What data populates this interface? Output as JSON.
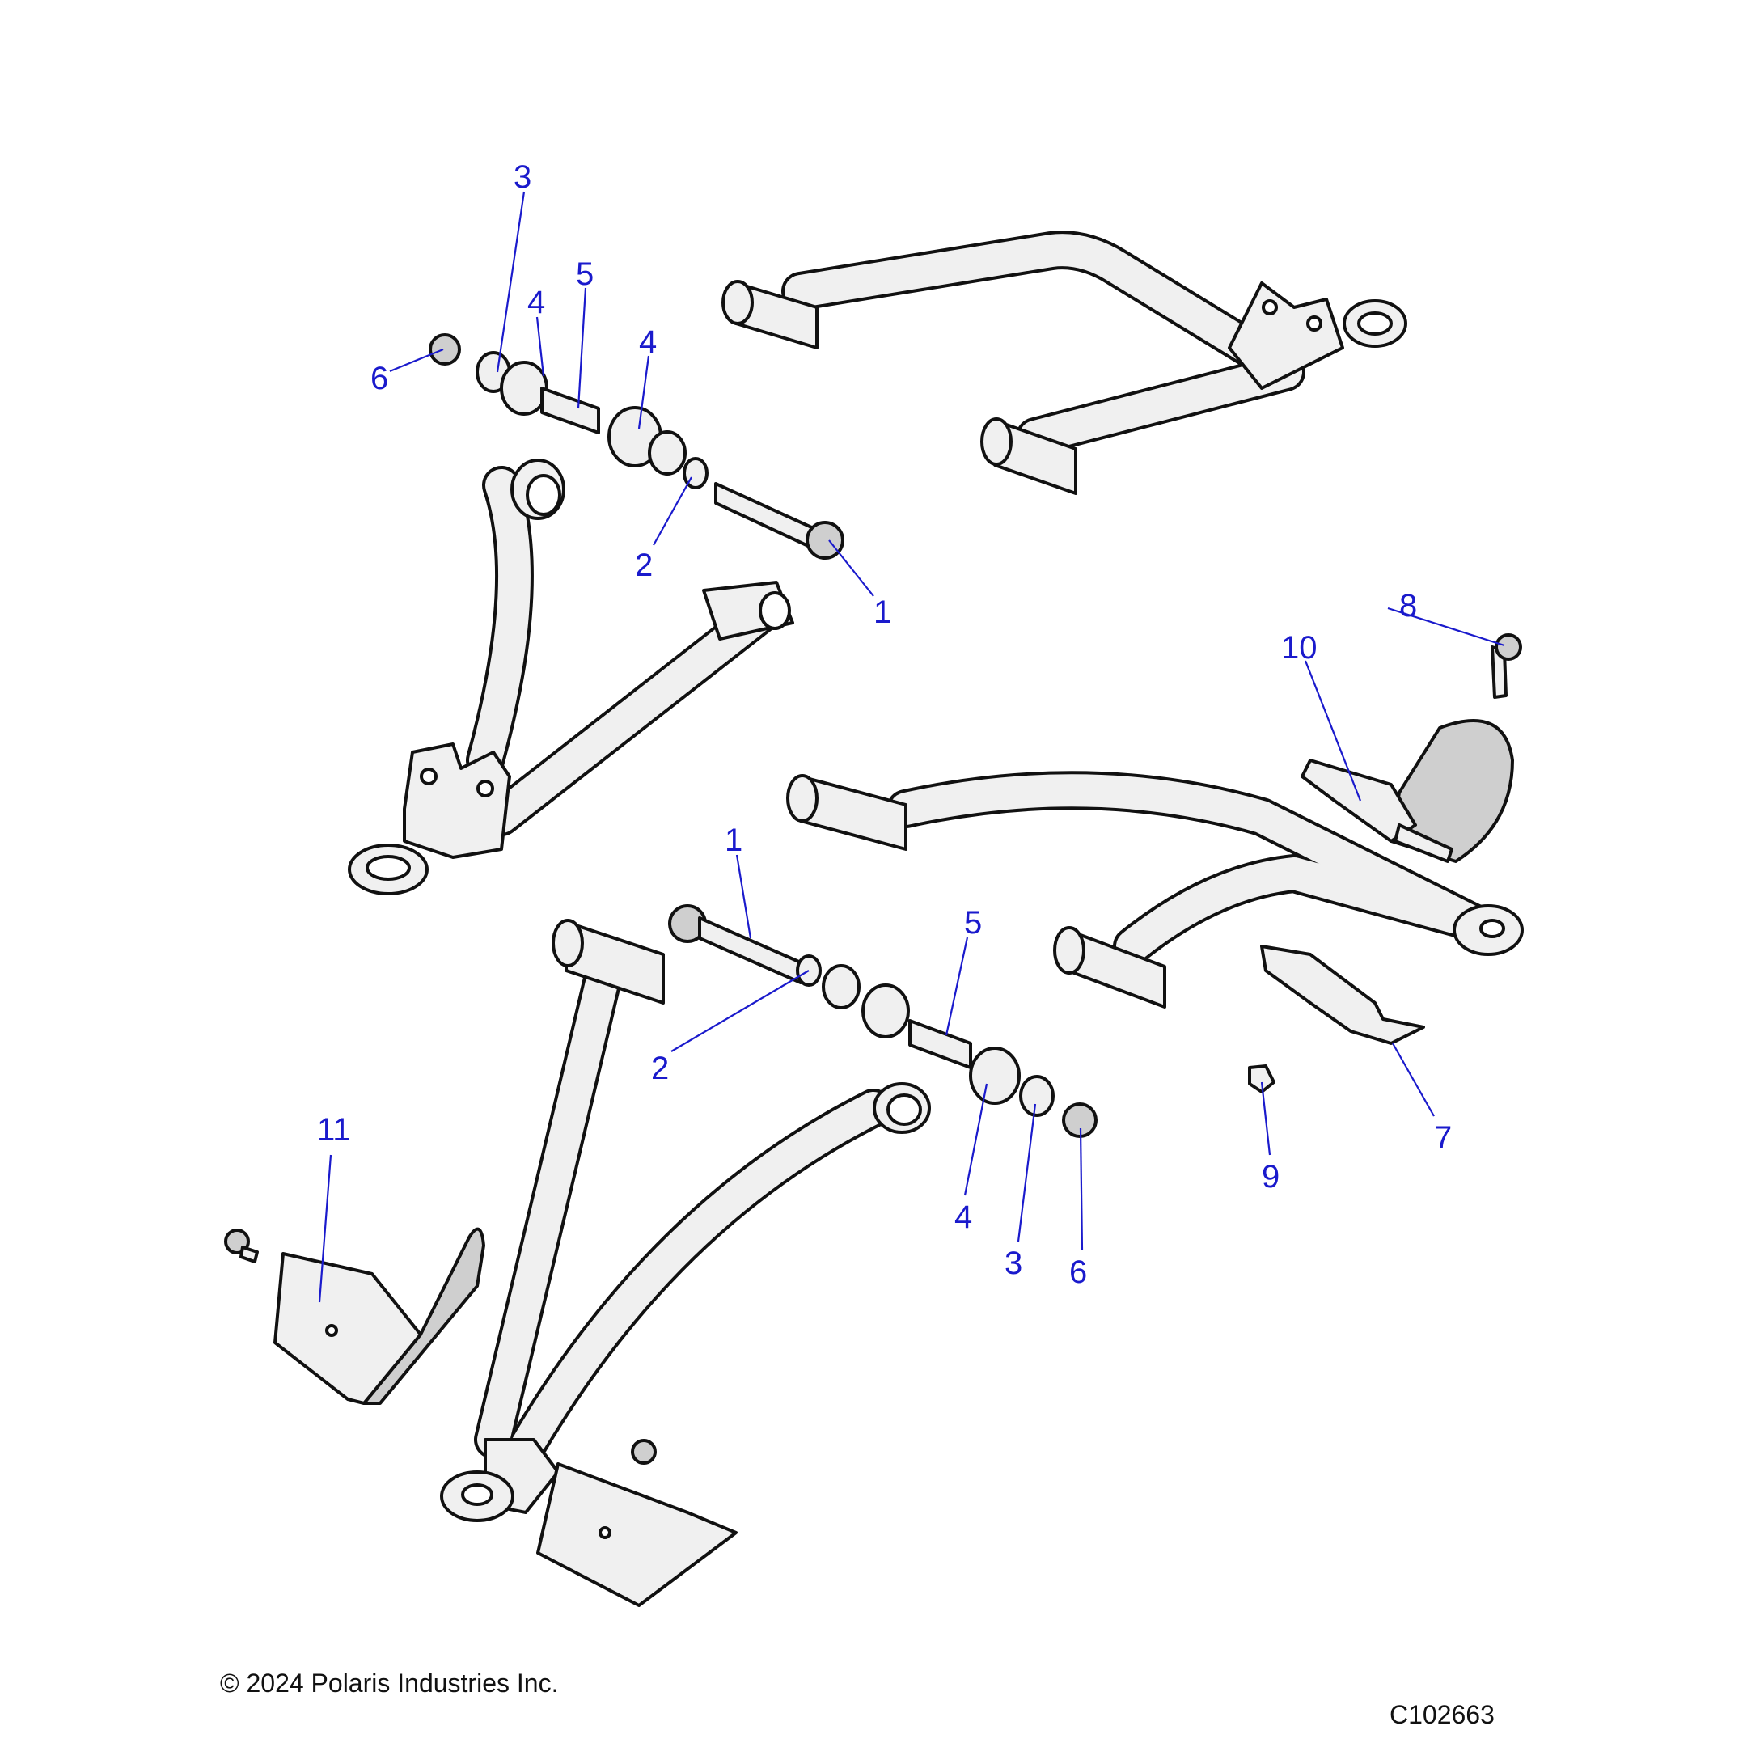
{
  "callouts": {
    "upper": {
      "c3": "3",
      "c4a": "4",
      "c5": "5",
      "c4b": "4",
      "c6": "6",
      "c2": "2",
      "c1": "1"
    },
    "lower": {
      "c1": "1",
      "c5": "5",
      "c2": "2",
      "c4": "4",
      "c3": "3",
      "c6": "6"
    },
    "right": {
      "c8": "8",
      "c10": "10",
      "c7": "7",
      "c9": "9"
    },
    "left": {
      "c11": "11"
    }
  },
  "footer": {
    "copyright": "© 2024 Polaris Industries Inc.",
    "figure_id": "C102663"
  }
}
